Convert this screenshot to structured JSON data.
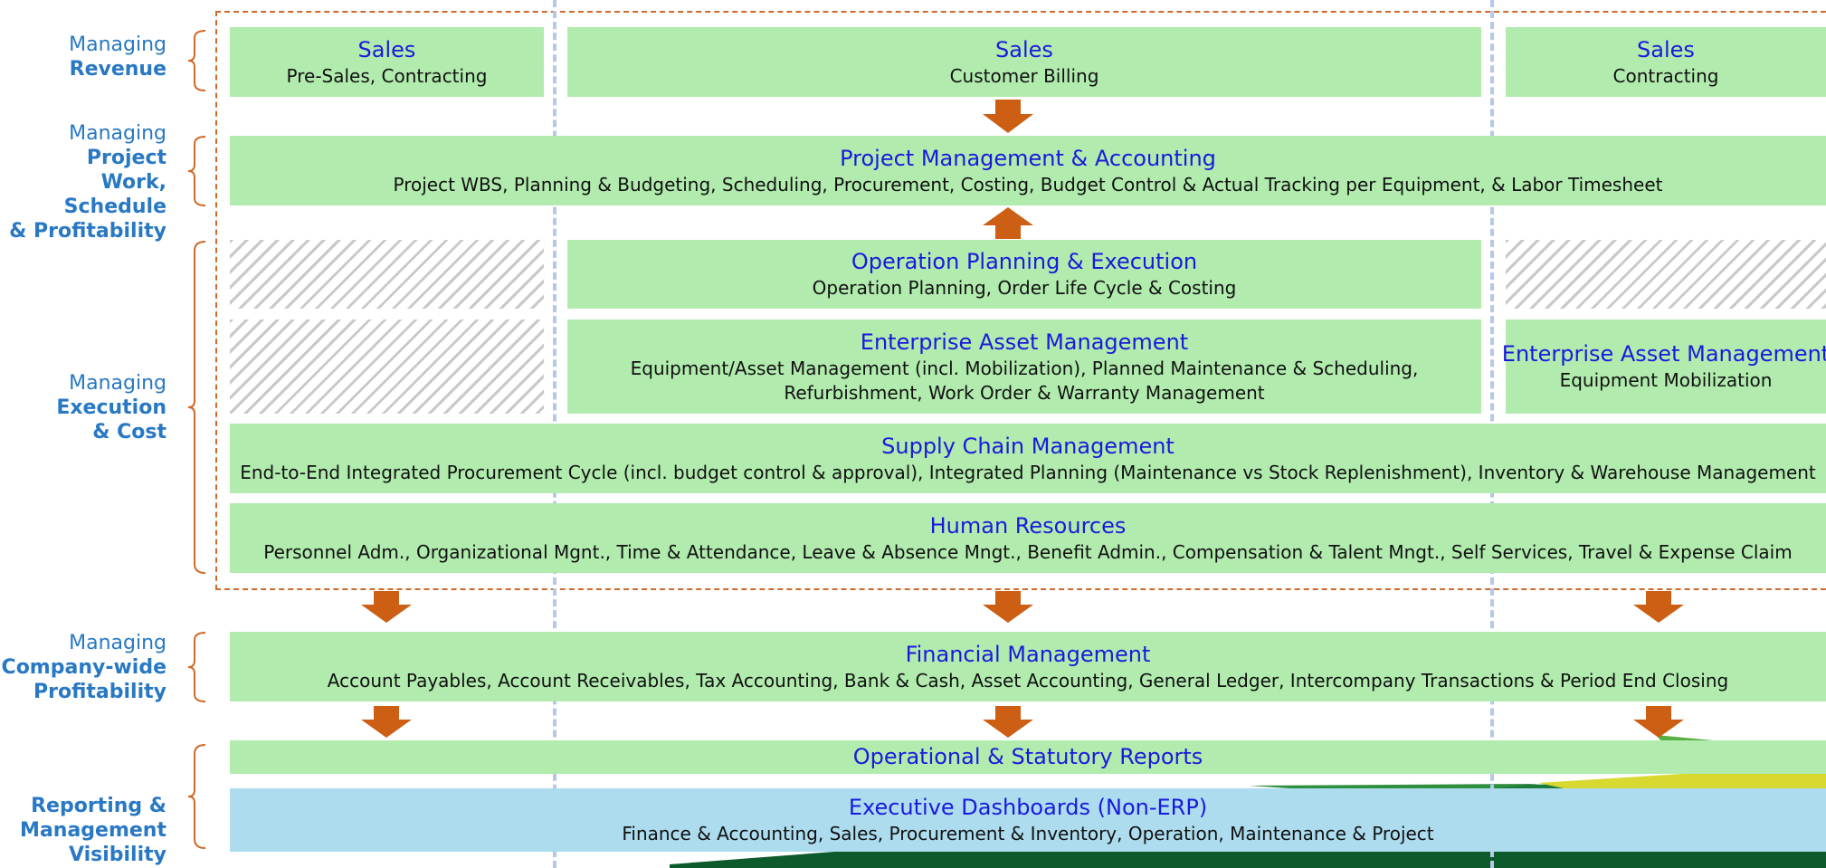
{
  "colors": {
    "box_green": "#b1ebae",
    "box_blue": "#acdcee",
    "title_blue": "#1a1adc",
    "label_blue": "#2878c4",
    "arrow_orange": "#cc5f14",
    "dashed_border": "#d06a2a",
    "column_divider": "#b4c8ea"
  },
  "row_labels": [
    {
      "light": "Managing",
      "bold": "Revenue"
    },
    {
      "light": "Managing",
      "bold1": "Project",
      "bold2": "Work, Schedule",
      "bold3": "& Profitability"
    },
    {
      "light": "Managing",
      "bold1": "Execution",
      "bold2": "& Cost"
    },
    {
      "light": "Managing",
      "bold1": "Company-wide",
      "bold2": "Profitability"
    },
    {
      "bold1": "Reporting &",
      "bold2": "Management",
      "bold3": "Visibility"
    }
  ],
  "sales": [
    {
      "title": "Sales",
      "desc": "Pre-Sales, Contracting"
    },
    {
      "title": "Sales",
      "desc": "Customer Billing"
    },
    {
      "title": "Sales",
      "desc": "Contracting"
    }
  ],
  "project": {
    "title": "Project Management & Accounting",
    "desc": "Project WBS, Planning & Budgeting, Scheduling, Procurement, Costing, Budget Control & Actual Tracking per Equipment, & Labor Timesheet"
  },
  "operation": {
    "title": "Operation Planning & Execution",
    "desc": "Operation Planning, Order Life Cycle & Costing"
  },
  "eam_main": {
    "title": "Enterprise Asset Management",
    "desc1": "Equipment/Asset Management (incl. Mobilization), Planned Maintenance & Scheduling,",
    "desc2": "Refurbishment, Work Order & Warranty Management"
  },
  "eam_right": {
    "title": "Enterprise Asset Management",
    "desc": "Equipment Mobilization"
  },
  "scm": {
    "title": "Supply Chain Management",
    "desc": "End-to-End Integrated Procurement Cycle (incl. budget control & approval), Integrated Planning (Maintenance vs Stock Replenishment), Inventory & Warehouse Management"
  },
  "hr": {
    "title": "Human Resources",
    "desc": "Personnel Adm., Organizational Mgnt., Time & Attendance, Leave & Absence Mngt., Benefit Admin., Compensation & Talent Mngt., Self Services, Travel & Expense Claim"
  },
  "finance": {
    "title": "Financial Management",
    "desc": "Account Payables, Account Receivables, Tax Accounting, Bank & Cash, Asset Accounting, General Ledger, Intercompany Transactions & Period End Closing"
  },
  "reports": {
    "title": "Operational & Statutory Reports"
  },
  "dashboards": {
    "title": "Executive Dashboards (Non-ERP)",
    "desc": "Finance & Accounting, Sales, Procurement & Inventory, Operation, Maintenance & Project"
  }
}
